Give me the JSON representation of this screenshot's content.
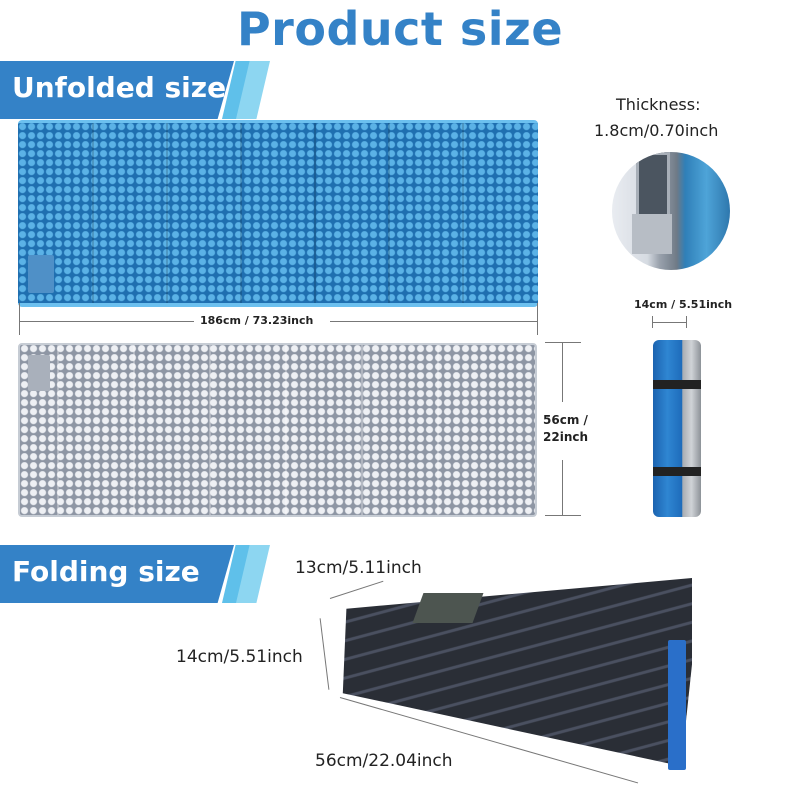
{
  "header": {
    "title": "Product size"
  },
  "sections": {
    "unfolded": {
      "label": "Unfolded size",
      "length_dimension": "186cm / 73.23inch",
      "width_dimension_line1": "56cm /",
      "width_dimension_line2": "22inch"
    },
    "thickness": {
      "label_line1": "Thickness:",
      "label_line2": "1.8cm/0.70inch"
    },
    "rolled": {
      "diameter_dimension": "14cm / 5.51inch"
    },
    "folding": {
      "label": "Folding size",
      "depth_dimension": "13cm/5.11inch",
      "height_dimension": "14cm/5.51inch",
      "length_dimension": "56cm/22.04inch"
    }
  },
  "colors": {
    "title": "#3482c7",
    "banner": "#3482c7",
    "banner_stripe_1": "#5fc0ea",
    "banner_stripe_2": "#8dd6f1",
    "mat_blue": "#1f6fb0",
    "mat_silver": "#8e96a4"
  }
}
